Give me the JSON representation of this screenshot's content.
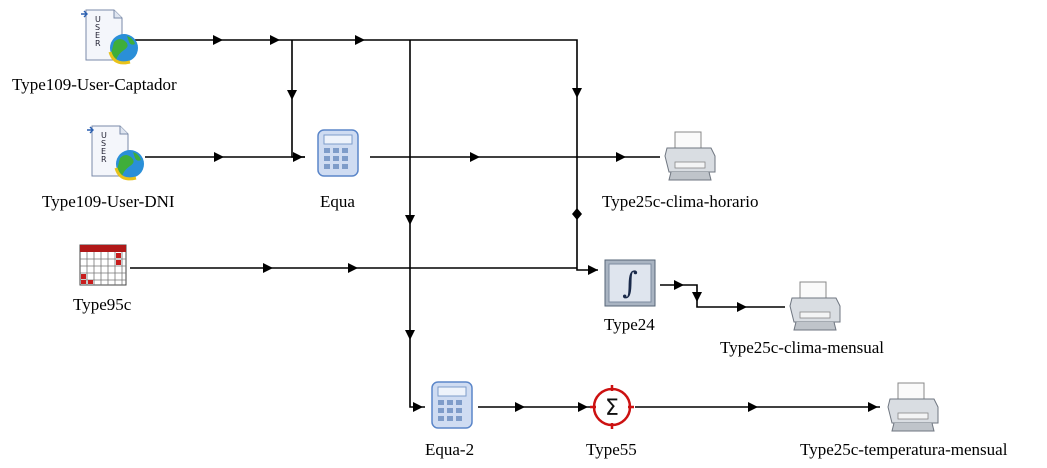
{
  "components": {
    "captador": {
      "label": "Type109-User-Captador",
      "icon": "weather-data-reader-icon"
    },
    "dni": {
      "label": "Type109-User-DNI",
      "icon": "weather-data-reader-icon"
    },
    "equa": {
      "label": "Equa",
      "icon": "calculator-icon"
    },
    "type95c": {
      "label": "Type95c",
      "icon": "calendar-icon"
    },
    "horario": {
      "label": "Type25c-clima-horario",
      "icon": "printer-icon"
    },
    "type24": {
      "label": "Type24",
      "icon": "integrator-icon"
    },
    "mensual": {
      "label": "Type25c-clima-mensual",
      "icon": "printer-icon"
    },
    "equa2": {
      "label": "Equa-2",
      "icon": "calculator-icon"
    },
    "type55": {
      "label": "Type55",
      "icon": "sigma-icon"
    },
    "temp": {
      "label": "Type25c-temperatura-mensual",
      "icon": "printer-icon"
    }
  },
  "colors": {
    "wire": "#000000",
    "sigma": "#cc1111",
    "calc": "#5b86c9"
  }
}
